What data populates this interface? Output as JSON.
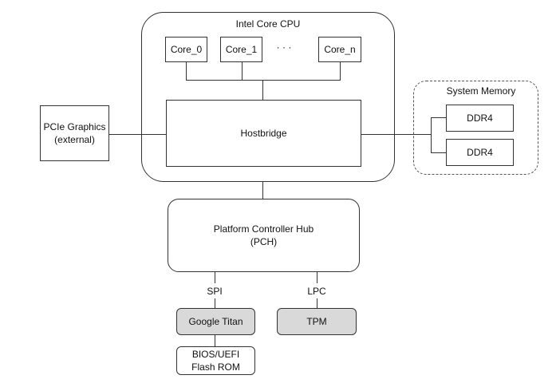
{
  "cpu": {
    "title": "Intel Core CPU",
    "cores": [
      "Core_0",
      "Core_1",
      "Core_n"
    ],
    "ellipsis": "· · ·",
    "hostbridge": "Hostbridge"
  },
  "pcie": {
    "line1": "PCIe Graphics",
    "line2": "(external)"
  },
  "memory": {
    "title": "System Memory",
    "modules": [
      "DDR4",
      "DDR4"
    ]
  },
  "pch": {
    "line1": "Platform Controller Hub",
    "line2": "(PCH)"
  },
  "buses": {
    "spi": "SPI",
    "lpc": "LPC"
  },
  "titan": "Google Titan",
  "tpm": "TPM",
  "flash": {
    "line1": "BIOS/UEFI",
    "line2": "Flash ROM"
  }
}
